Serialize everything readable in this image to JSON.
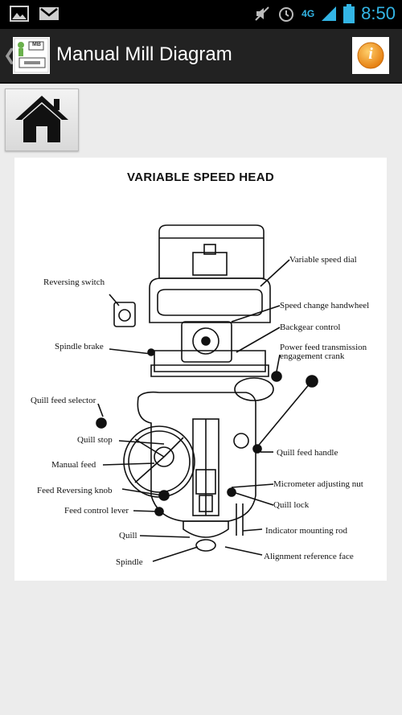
{
  "status_bar": {
    "time": "8:50",
    "network": "4G",
    "icons": [
      "gallery-icon",
      "gmail-icon",
      "mute-icon",
      "alarm-icon",
      "signal-icon",
      "battery-icon"
    ]
  },
  "action_bar": {
    "title": "Manual Mill Diagram",
    "logo_text": "MB",
    "info_label": "i"
  },
  "home_button": {
    "icon": "home-icon"
  },
  "diagram": {
    "title": "VARIABLE SPEED HEAD",
    "labels": {
      "variable_speed_dial": "Variable speed dial",
      "reversing_switch": "Reversing switch",
      "speed_change_handwheel": "Speed change handwheel",
      "backgear_control": "Backgear control",
      "spindle_brake": "Spindle brake",
      "power_feed_1": "Power feed transmission",
      "power_feed_2": "engagement crank",
      "quill_feed_selector": "Quill feed selector",
      "quill_stop": "Quill stop",
      "quill_feed_handle": "Quill feed handle",
      "manual_feed": "Manual feed",
      "micrometer_adjusting_nut": "Micrometer adjusting nut",
      "feed_reversing_knob": "Feed Reversing knob",
      "quill_lock": "Quill lock",
      "feed_control_lever": "Feed control lever",
      "indicator_mounting_rod": "Indicator mounting rod",
      "quill": "Quill",
      "spindle": "Spindle",
      "alignment_reference_face": "Alignment reference face"
    }
  },
  "colors": {
    "accent": "#33b5e5",
    "info_orange": "#f39c12",
    "actionbar": "#222222"
  }
}
